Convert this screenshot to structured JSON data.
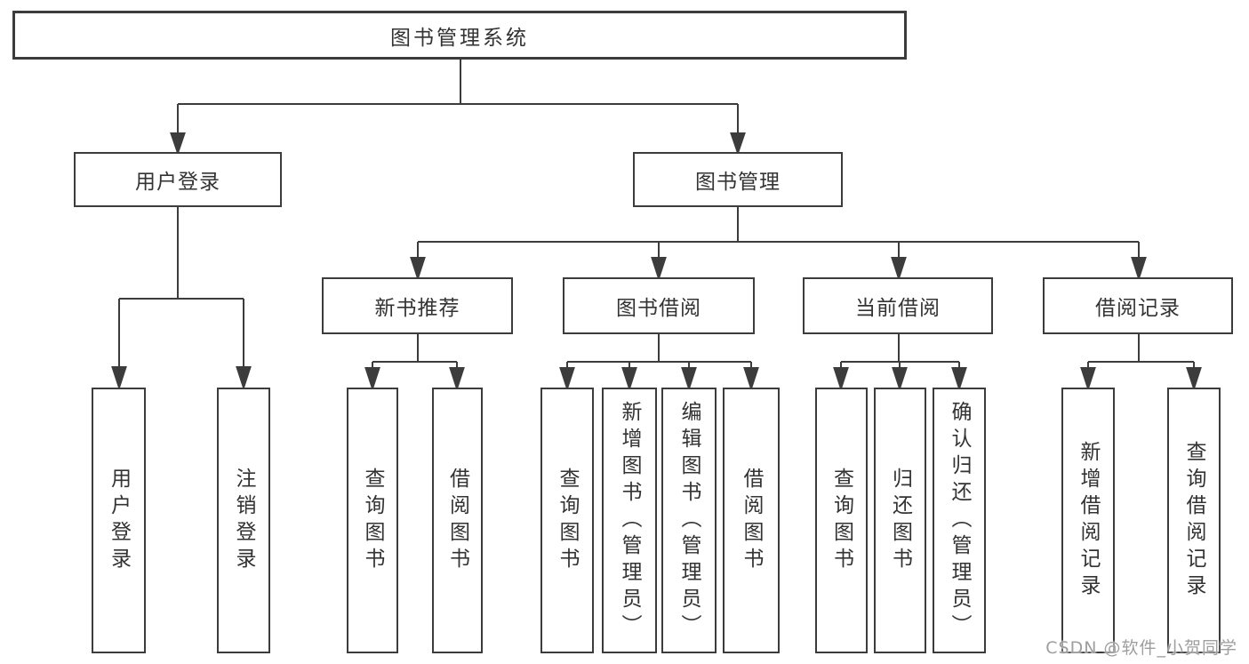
{
  "tree": {
    "root": {
      "label": "图书管理系统"
    },
    "children": [
      {
        "label": "用户登录",
        "children": [
          {
            "label": "用户登录"
          },
          {
            "label": "注销登录"
          }
        ]
      },
      {
        "label": "图书管理",
        "children": [
          {
            "label": "新书推荐",
            "children": [
              {
                "label": "查询图书"
              },
              {
                "label": "借阅图书"
              }
            ]
          },
          {
            "label": "图书借阅",
            "children": [
              {
                "label": "查询图书"
              },
              {
                "label": "新增图书（管理员）"
              },
              {
                "label": "编辑图书（管理员）"
              },
              {
                "label": "借阅图书"
              }
            ]
          },
          {
            "label": "当前借阅",
            "children": [
              {
                "label": "查询图书"
              },
              {
                "label": "归还图书"
              },
              {
                "label": "确认归还（管理员）"
              }
            ]
          },
          {
            "label": "借阅记录",
            "children": [
              {
                "label": "新增借阅记录"
              },
              {
                "label": "查询借阅记录"
              }
            ]
          }
        ]
      }
    ]
  },
  "watermark": {
    "text": "CSDN @软件_小贺同学"
  },
  "colors": {
    "line": "#3c3c3c",
    "node_text": "#333333",
    "node_fill": "#ffffff",
    "watermark": "#9e9e9e",
    "background": "#ffffff"
  }
}
